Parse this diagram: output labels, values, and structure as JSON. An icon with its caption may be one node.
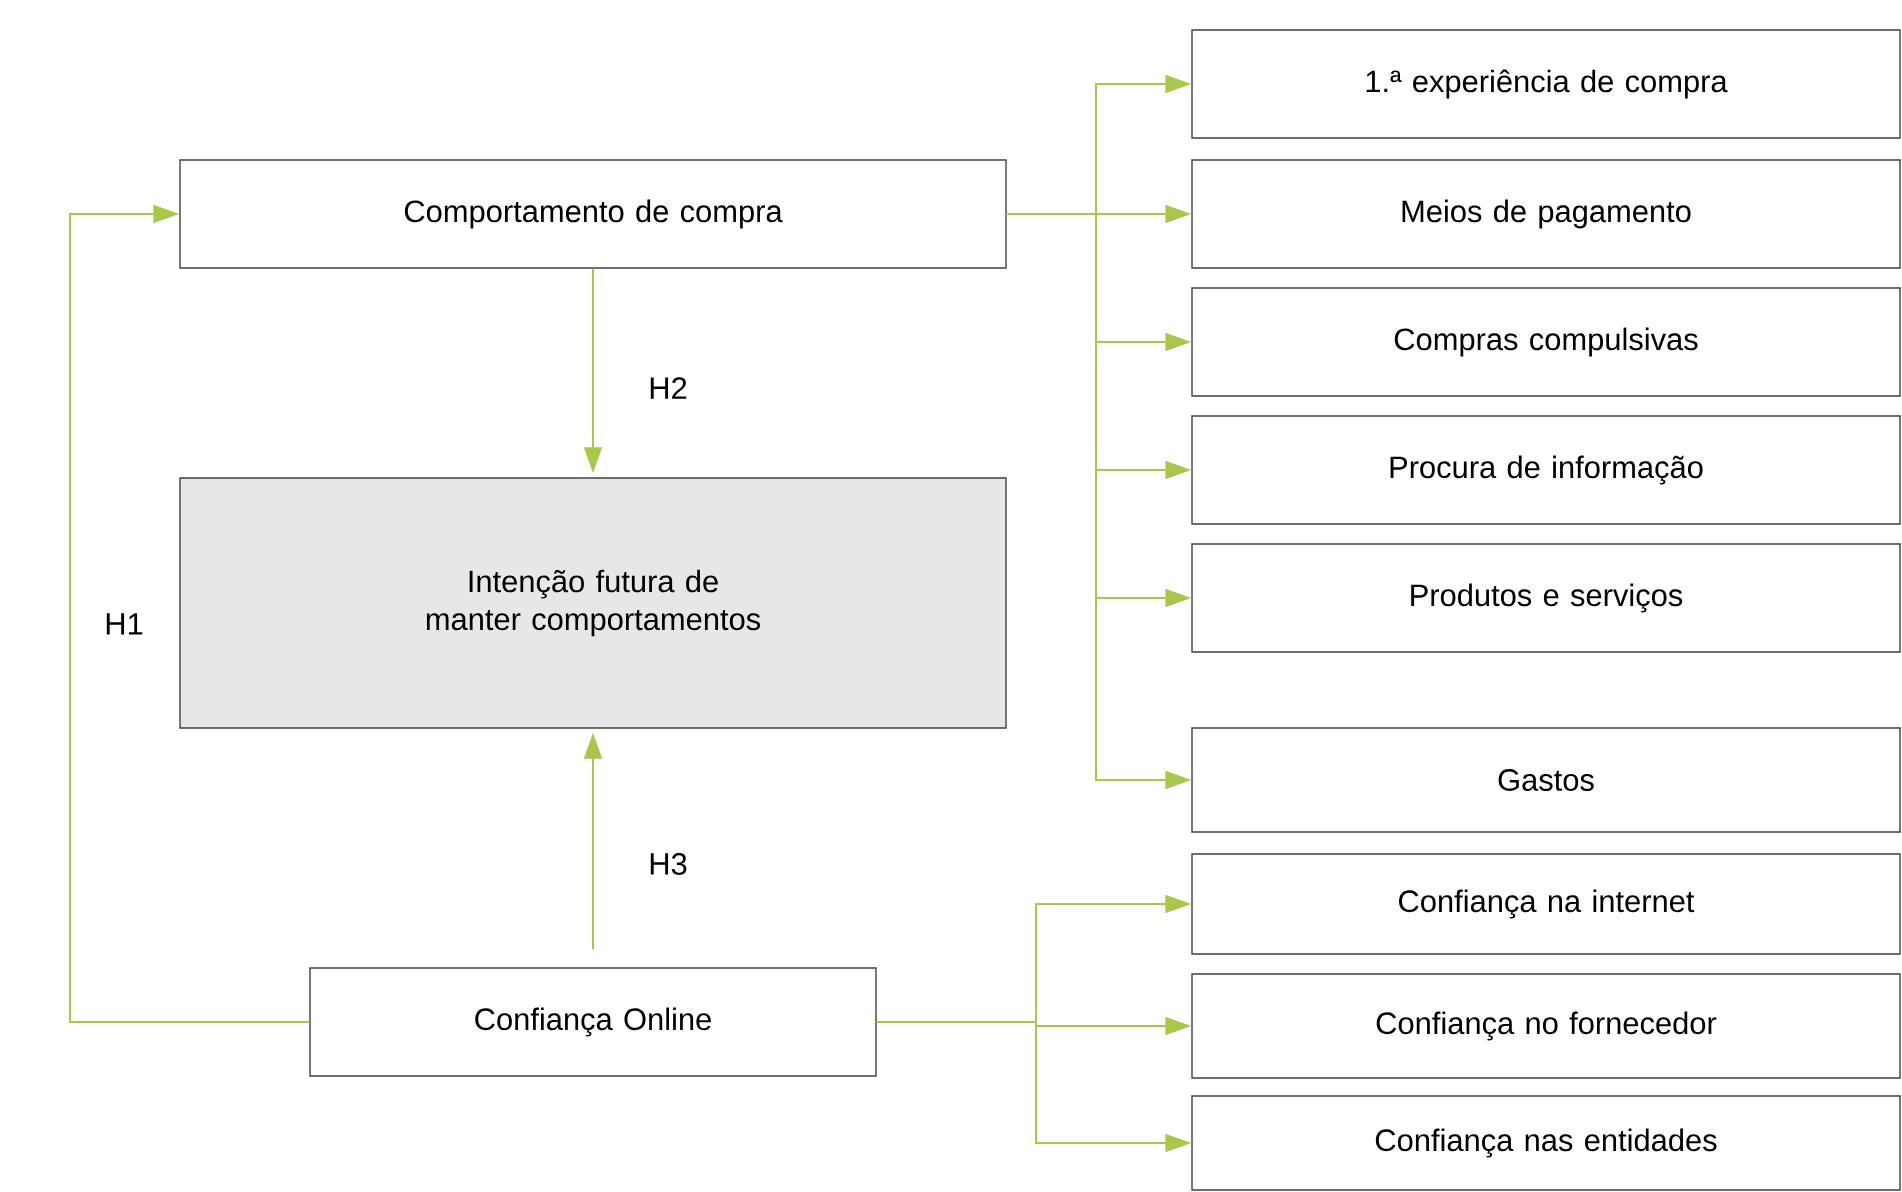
{
  "diagram": {
    "nodes": [
      {
        "text": [
          "Comportamento de compra"
        ]
      },
      {
        "text": [
          "Intenção futura de manter comportamentos"
        ]
      },
      {
        "text": [
          "Confiança Online"
        ]
      },
      {
        "text": [
          "1.ª experiência de compra"
        ]
      },
      {
        "text": [
          "Meios de pagamento"
        ]
      },
      {
        "text": [
          "Compras compulsivas"
        ]
      },
      {
        "text": [
          "Procura de informação"
        ]
      },
      {
        "text": [
          "Produtos e serviços"
        ]
      },
      {
        "text": [
          "Gastos"
        ]
      },
      {
        "text": [
          "Confiança na internet"
        ]
      },
      {
        "text": [
          "Confiança no fornecedor"
        ]
      },
      {
        "text": [
          "Confiança nas entidades"
        ]
      }
    ],
    "edges": [
      {
        "from": 0,
        "to": 1,
        "arrow": "to",
        "label": "H2"
      },
      {
        "from": 2,
        "to": 1,
        "arrow": "to",
        "label": "H3"
      },
      {
        "from": 2,
        "to": 0,
        "arrow": "to",
        "label": "H1"
      },
      {
        "from": 0,
        "to": 3,
        "arrow": "to"
      },
      {
        "from": 0,
        "to": 4,
        "arrow": "to"
      },
      {
        "from": 0,
        "to": 5,
        "arrow": "to"
      },
      {
        "from": 0,
        "to": 6,
        "arrow": "to"
      },
      {
        "from": 0,
        "to": 7,
        "arrow": "to"
      },
      {
        "from": 0,
        "to": 8,
        "arrow": "to"
      },
      {
        "from": 2,
        "to": 9,
        "arrow": "to"
      },
      {
        "from": 2,
        "to": 10,
        "arrow": "to"
      },
      {
        "from": 2,
        "to": 11,
        "arrow": "to"
      }
    ]
  }
}
